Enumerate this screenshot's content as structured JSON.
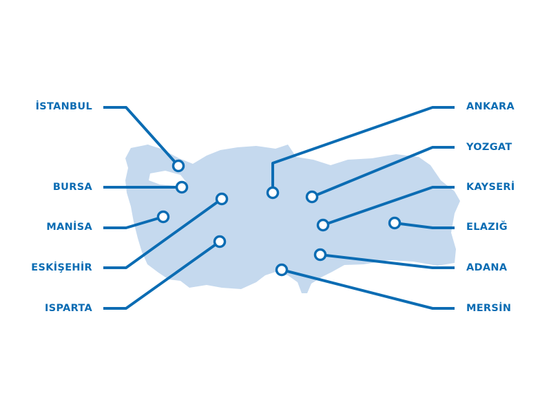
{
  "colors": {
    "accent": "#0b6cb3",
    "landmass": "#c5d9ee",
    "background": "#ffffff"
  },
  "cities": {
    "istanbul": "İSTANBUL",
    "bursa": "BURSA",
    "manisa": "MANİSA",
    "eskisehir": "ESKİŞEHİR",
    "isparta": "ISPARTA",
    "ankara": "ANKARA",
    "yozgat": "YOZGAT",
    "kayseri": "KAYSERİ",
    "elazig": "ELAZIĞ",
    "adana": "ADANA",
    "mersin": "MERSİN"
  }
}
